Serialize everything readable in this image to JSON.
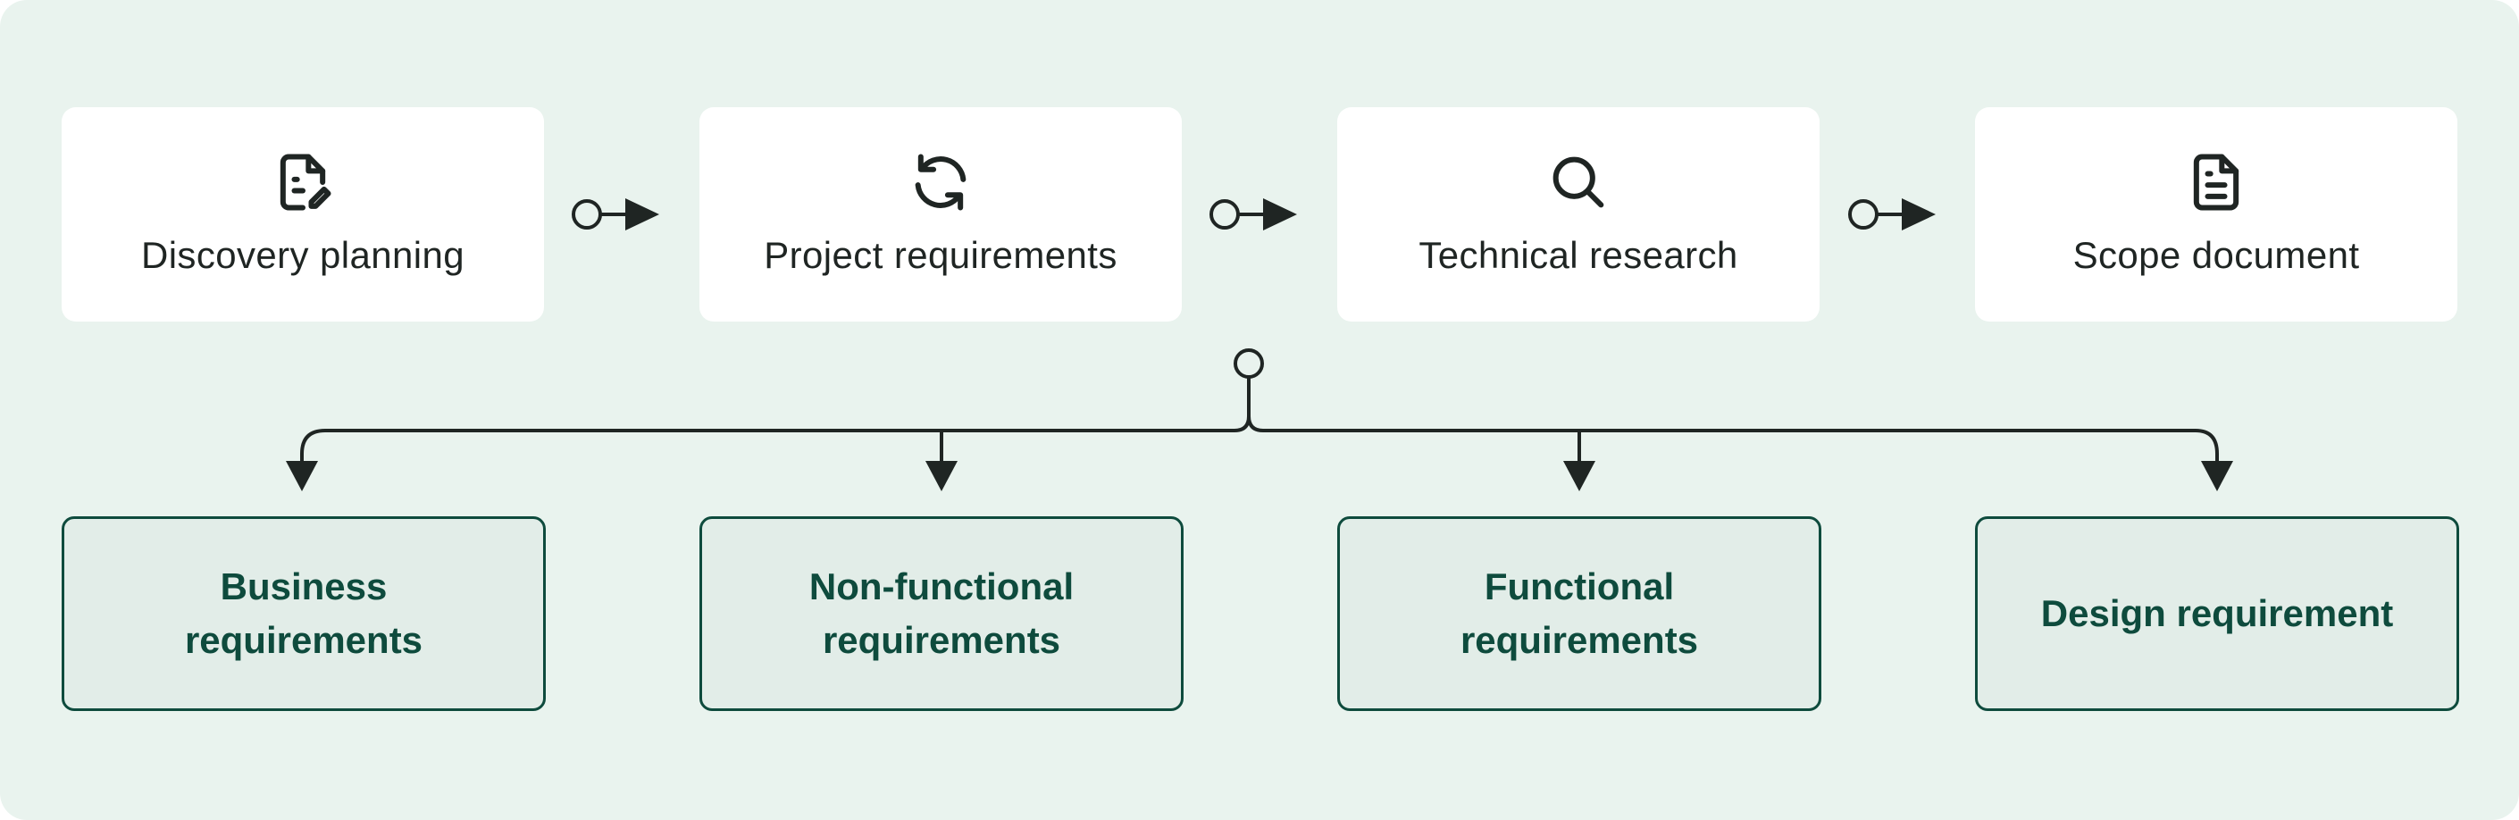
{
  "colors": {
    "background": "#e9f3ee",
    "card": "#ffffff",
    "requirement_fill": "#e2ede8",
    "requirement_border": "#0e4b3d",
    "connector": "#1f2523"
  },
  "process_steps": [
    {
      "label": "Discovery planning",
      "icon": "file-edit-icon"
    },
    {
      "label": "Project requirements",
      "icon": "refresh-icon"
    },
    {
      "label": "Technical research",
      "icon": "search-icon"
    },
    {
      "label": "Scope document",
      "icon": "document-icon"
    }
  ],
  "requirements": [
    {
      "label": "Business\nrequirements"
    },
    {
      "label": "Non-functional\nrequirements"
    },
    {
      "label": "Functional\nrequirements"
    },
    {
      "label": "Design requirement"
    }
  ]
}
